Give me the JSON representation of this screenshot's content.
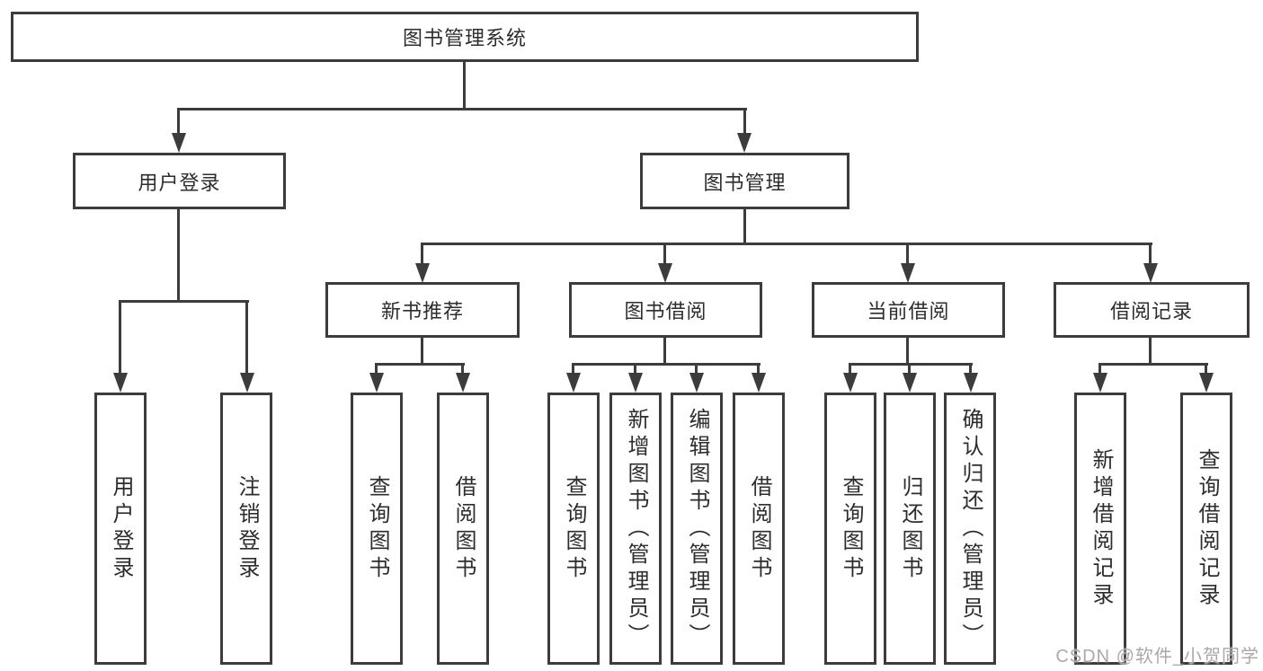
{
  "diagram_type": "functional-structure-tree",
  "colors": {
    "line": "#3c3c3c",
    "box_border": "#3c3c3c",
    "background": "#ffffff",
    "text": "#2d2d2d",
    "watermark": "#a9a9a9"
  },
  "root": {
    "label": "图书管理系统",
    "children": [
      {
        "label": "用户登录",
        "children": [
          {
            "label": "用户登录"
          },
          {
            "label": "注销登录"
          }
        ]
      },
      {
        "label": "图书管理",
        "children": [
          {
            "label": "新书推荐",
            "children": [
              {
                "label": "查询图书"
              },
              {
                "label": "借阅图书"
              }
            ]
          },
          {
            "label": "图书借阅",
            "children": [
              {
                "label": "查询图书"
              },
              {
                "label": "新增图书（管理员）"
              },
              {
                "label": "编辑图书（管理员）"
              },
              {
                "label": "借阅图书"
              }
            ]
          },
          {
            "label": "当前借阅",
            "children": [
              {
                "label": "查询图书"
              },
              {
                "label": "归还图书"
              },
              {
                "label": "确认归还（管理员）"
              }
            ]
          },
          {
            "label": "借阅记录",
            "children": [
              {
                "label": "新增借阅记录"
              },
              {
                "label": "查询借阅记录"
              }
            ]
          }
        ]
      }
    ]
  },
  "watermark": {
    "text": "CSDN @软件_小贺同学"
  }
}
